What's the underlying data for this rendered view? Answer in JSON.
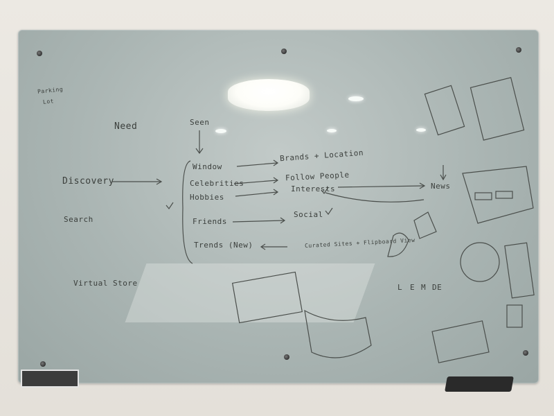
{
  "board": {
    "top_left_note": [
      "Parking",
      "Lot"
    ],
    "need": "Need",
    "seen": "Seen",
    "discovery": "Discovery",
    "search": "Search",
    "virtual_store": "Virtual Store",
    "window": "Window",
    "celebrities": "Celebrities",
    "hobbies": "Hobbies",
    "friends": "Friends",
    "trends": "Trends (New)",
    "brands_location": "Brands + Location",
    "follow_people": "Follow People",
    "interests": "Interests",
    "social": "Social",
    "curated": "Curated Sites + Flipboard View",
    "news": "News",
    "days": [
      "L",
      "E",
      "M",
      "DE"
    ]
  },
  "colors": {
    "wall": "#e8e5df",
    "glass": "#b3bdbb",
    "ink": "#3b3f3c"
  },
  "icons": [
    "screw-icon",
    "ceiling-lamp",
    "eraser-icon",
    "marker-icon"
  ]
}
